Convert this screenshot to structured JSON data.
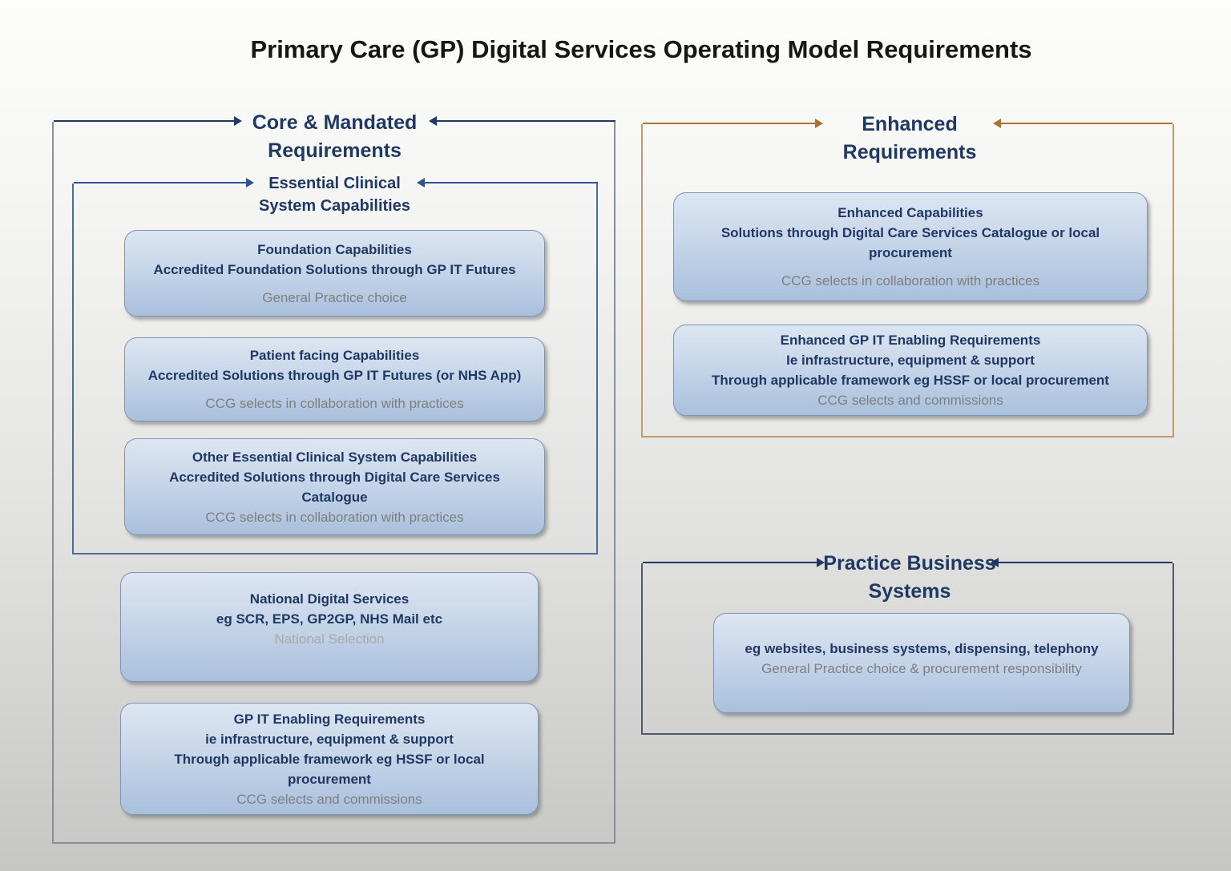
{
  "page": {
    "title": "Primary Care (GP) Digital Services Operating Model Requirements"
  },
  "colors": {
    "heading_text": "#1f3864",
    "note_text": "#7f7f7f",
    "light_note_text": "#a9a9a9",
    "box_fill_top": "#dde6f2",
    "box_fill_bottom": "#a9c0dc",
    "box_border": "#7f94b6",
    "core_container_border": "#8a8e96",
    "essential_container_border": "#4a6b9d",
    "enhanced_container_border": "#c49a6c",
    "practice_container_border": "#4f5b6b",
    "enhanced_arrow": "#a9742f",
    "navy_arrow": "#1f3864",
    "essential_arrow": "#2e5395"
  },
  "sections": {
    "core": {
      "title": [
        "Core & Mandated",
        "Requirements"
      ],
      "essential": {
        "title": [
          "Essential Clinical",
          "System Capabilities"
        ],
        "boxes": [
          {
            "lines": [
              "Foundation Capabilities",
              "Accredited Foundation Solutions through GP IT Futures"
            ],
            "note": "General Practice choice"
          },
          {
            "lines": [
              "Patient facing Capabilities",
              "Accredited Solutions through GP IT Futures (or NHS App)"
            ],
            "note": "CCG selects in collaboration with practices"
          },
          {
            "lines": [
              "Other Essential Clinical System Capabilities",
              "Accredited Solutions through Digital Care Services Catalogue"
            ],
            "note": "CCG selects in collaboration with practices"
          }
        ]
      },
      "boxes": [
        {
          "lines": [
            "National Digital Services",
            "eg SCR, EPS, GP2GP, NHS Mail etc"
          ],
          "note": "National Selection"
        },
        {
          "lines": [
            "GP IT Enabling Requirements",
            "ie infrastructure, equipment & support",
            "Through applicable framework eg HSSF or local procurement"
          ],
          "note": "CCG selects and commissions"
        }
      ]
    },
    "enhanced": {
      "title": [
        "Enhanced",
        "Requirements"
      ],
      "boxes": [
        {
          "lines": [
            "Enhanced Capabilities",
            "Solutions through Digital Care Services Catalogue or local procurement"
          ],
          "note": "CCG selects in collaboration with practices"
        },
        {
          "lines": [
            "Enhanced GP IT Enabling Requirements",
            "Ie infrastructure, equipment & support",
            "Through applicable framework eg HSSF or local procurement"
          ],
          "note": "CCG selects and commissions"
        }
      ]
    },
    "practice": {
      "title": [
        "Practice Business",
        "Systems"
      ],
      "boxes": [
        {
          "lines": [
            "eg websites, business systems, dispensing, telephony"
          ],
          "note": "General Practice choice & procurement responsibility"
        }
      ]
    }
  }
}
